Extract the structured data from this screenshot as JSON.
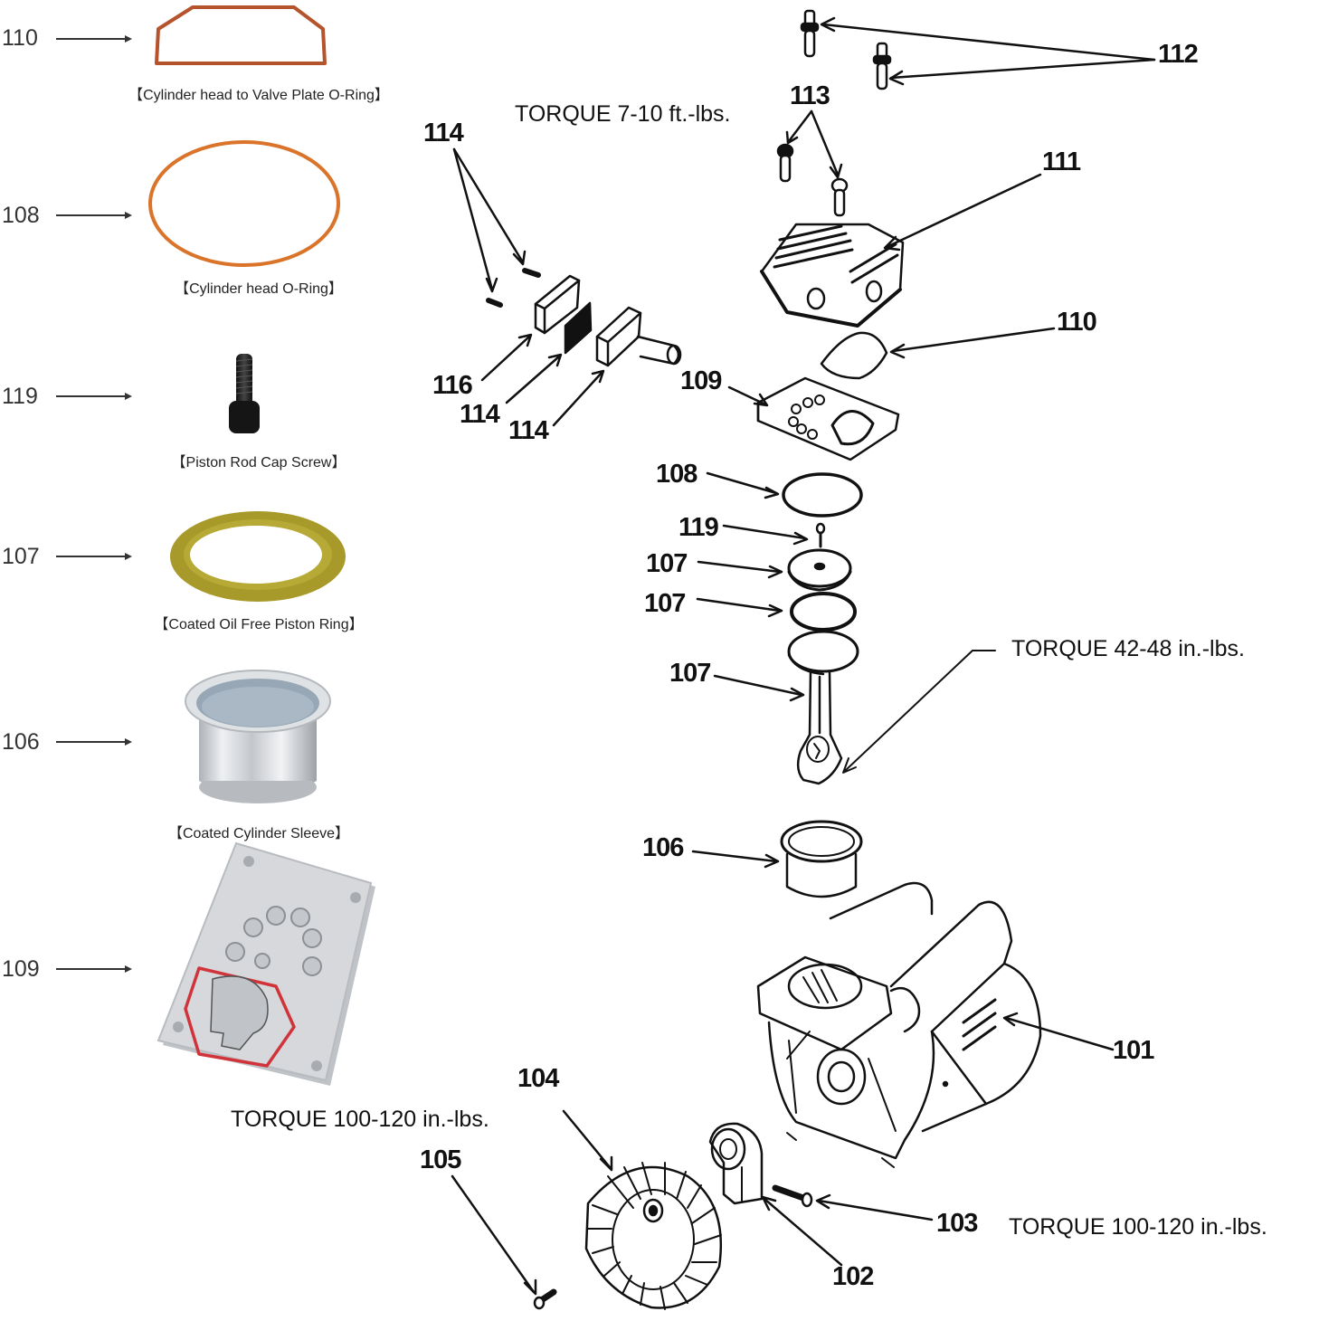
{
  "legend": [
    {
      "number": "110",
      "caption": "【Cylinder head to Valve Plate O-Ring】"
    },
    {
      "number": "108",
      "caption": "【Cylinder head O-Ring】"
    },
    {
      "number": "119",
      "caption": "【Piston Rod Cap Screw】"
    },
    {
      "number": "107",
      "caption": "【Coated Oil Free Piston Ring】"
    },
    {
      "number": "106",
      "caption": "【Coated Cylinder Sleeve】"
    },
    {
      "number": "109",
      "caption": ""
    }
  ],
  "callouts": {
    "c112": "112",
    "c113": "113",
    "c111": "111",
    "c114a": "114",
    "c110": "110",
    "c116": "116",
    "c114b": "114",
    "c114c": "114",
    "c109": "109",
    "c108": "108",
    "c119": "119",
    "c107a": "107",
    "c107b": "107",
    "c107c": "107",
    "c106": "106",
    "c101": "101",
    "c104": "104",
    "c105": "105",
    "c103": "103",
    "c102": "102"
  },
  "torque": {
    "head_bolts": "TORQUE  7-10 ft.-lbs.",
    "rod_cap": "TORQUE  42-48 in.-lbs.",
    "fan": "TORQUE  100-120 in.-lbs.",
    "eccentric": "TORQUE  100-120 in.-lbs."
  },
  "colors": {
    "oring_110": "#b5532c",
    "oring_108": "#d9742a",
    "piston_ring": "#a89a2a",
    "valve_gasket": "#d0343a",
    "metal": "#c9ccd0",
    "line": "#111111"
  }
}
